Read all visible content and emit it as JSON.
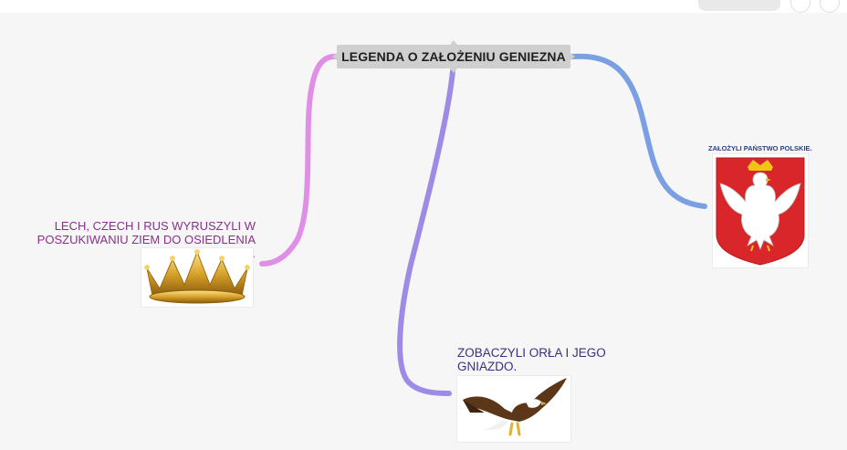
{
  "root": {
    "title": "LEGENDA O ZAŁOŻENIU GENIEZNA"
  },
  "nodes": {
    "left": {
      "text": "LECH, CZECH I RUS WYRUSZYLI W POSZUKIWANIU ZIEM DO OSIEDLENIA SIĘ.",
      "color": "#8a2f8c",
      "image": "crown"
    },
    "bottom": {
      "text": "ZOBACZYLI ORŁA I JEGO GNIAZDO.",
      "color": "#3a2f86",
      "image": "eagle"
    },
    "right": {
      "text": "ZAŁOŻYLI PAŃSTWO POLSKIE.",
      "color": "#2b3f86",
      "image": "polish-coat-of-arms"
    }
  },
  "colors": {
    "left_link": "#e08fe6",
    "bottom_link": "#9e8be6",
    "right_link": "#7aa0e3"
  }
}
